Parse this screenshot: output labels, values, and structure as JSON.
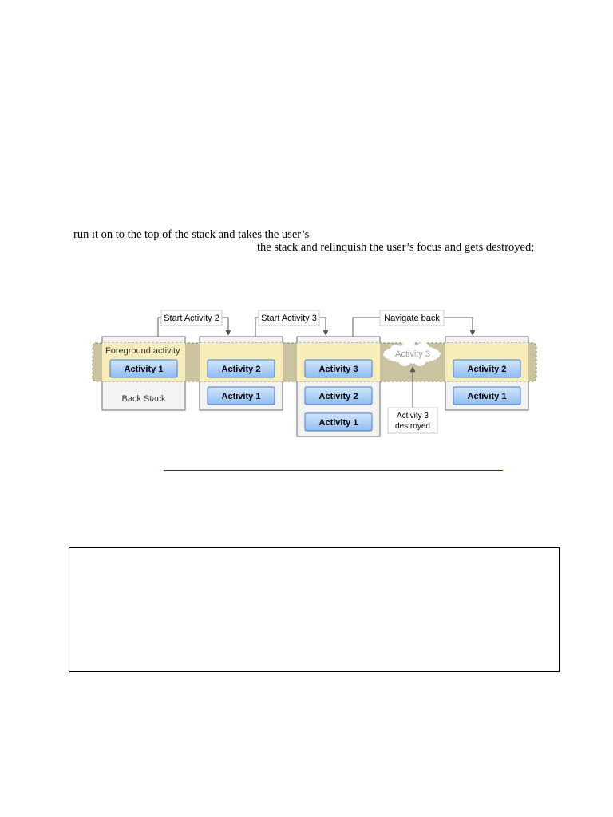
{
  "paragraph": {
    "line1": "run it on to the top of the stack and takes the user’s",
    "line2": "the stack and relinquish the user’s focus and gets destroyed;"
  },
  "diagram": {
    "foreground_label": "Foreground activity",
    "back_stack_label": "Back Stack",
    "callouts": {
      "start2": "Start Activity 2",
      "start3": "Start Activity 3",
      "navback": "Navigate back"
    },
    "stacks": [
      [
        "Activity 1"
      ],
      [
        "Activity 2",
        "Activity 1"
      ],
      [
        "Activity 3",
        "Activity 2",
        "Activity 1"
      ],
      [
        "Activity 2",
        "Activity 1"
      ]
    ],
    "destroyed_cloud": "Activity 3",
    "destroyed_note": [
      "Activity 3",
      "destroyed"
    ]
  },
  "colors": {
    "band": "#f6edbb",
    "band_shadow": "#cbc3a0",
    "activity_fill": "#a9cdf5",
    "activity_border": "#4c7bc0",
    "link": "#2a2aa8"
  }
}
